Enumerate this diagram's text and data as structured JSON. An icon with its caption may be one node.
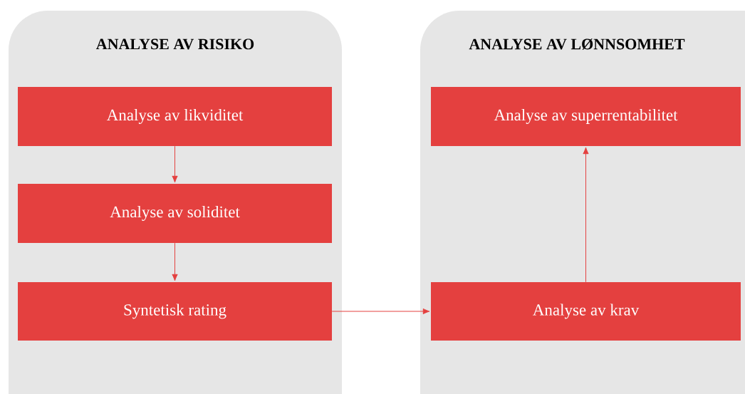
{
  "diagram": {
    "nodes": [
      {
        "text": [
          "ANALYSE AV RISIKO"
        ]
      },
      {
        "text": [
          "Analyse av likviditet"
        ],
        "in": 0
      },
      {
        "text": [
          "Analyse av soliditet"
        ],
        "in": 0
      },
      {
        "text": [
          "Syntetisk rating"
        ],
        "in": 0
      },
      {
        "text": [
          "ANALYSE AV LØNNSOMHET"
        ]
      },
      {
        "text": [
          "Analyse av superrentabilitet"
        ],
        "in": 4
      },
      {
        "text": [
          "Analyse av krav"
        ],
        "in": 4
      }
    ],
    "edges": [
      {
        "from": 1,
        "to": 2,
        "arrow": "to"
      },
      {
        "from": 2,
        "to": 3,
        "arrow": "to"
      },
      {
        "from": 3,
        "to": 6,
        "arrow": "to"
      },
      {
        "from": 6,
        "to": 5,
        "arrow": "to"
      }
    ]
  }
}
